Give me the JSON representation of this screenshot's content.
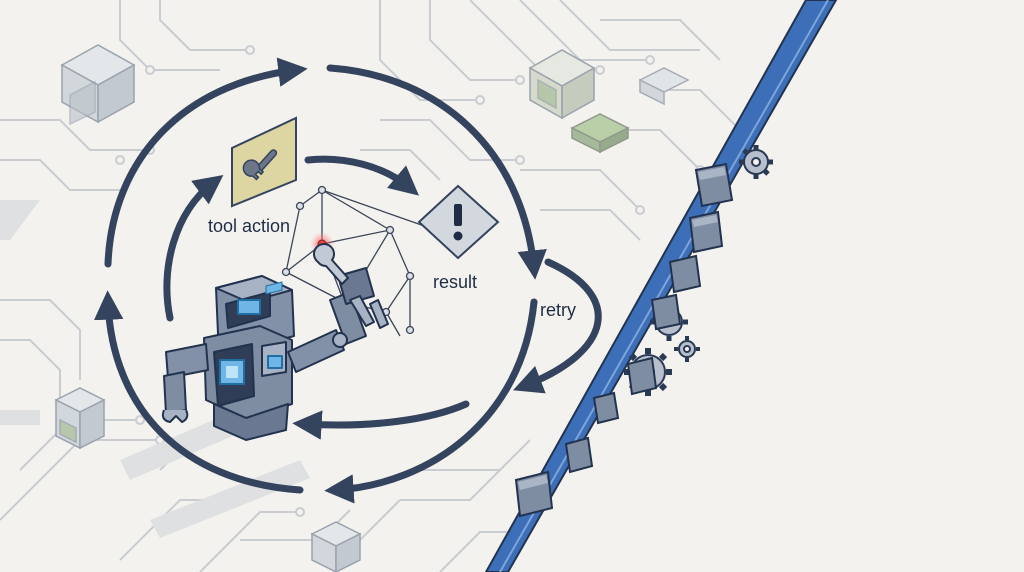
{
  "labels": {
    "tool_action": "tool action",
    "result": "result",
    "retry": "retry"
  },
  "icons": {
    "tool": "wrench-icon",
    "result": "exclamation-warning-icon",
    "agent": "robot-icon",
    "gear": "gear-icon"
  },
  "colors": {
    "arrow": "#34435e",
    "rail_blue": "#3d6fb8",
    "tool_tile": "#ddd6a3",
    "result_tile": "#d3d8de",
    "robot_body": "#8391a8",
    "robot_glow": "#6fb6e6",
    "background": "#f3f2ee",
    "circuit": "#c9ccd1"
  }
}
